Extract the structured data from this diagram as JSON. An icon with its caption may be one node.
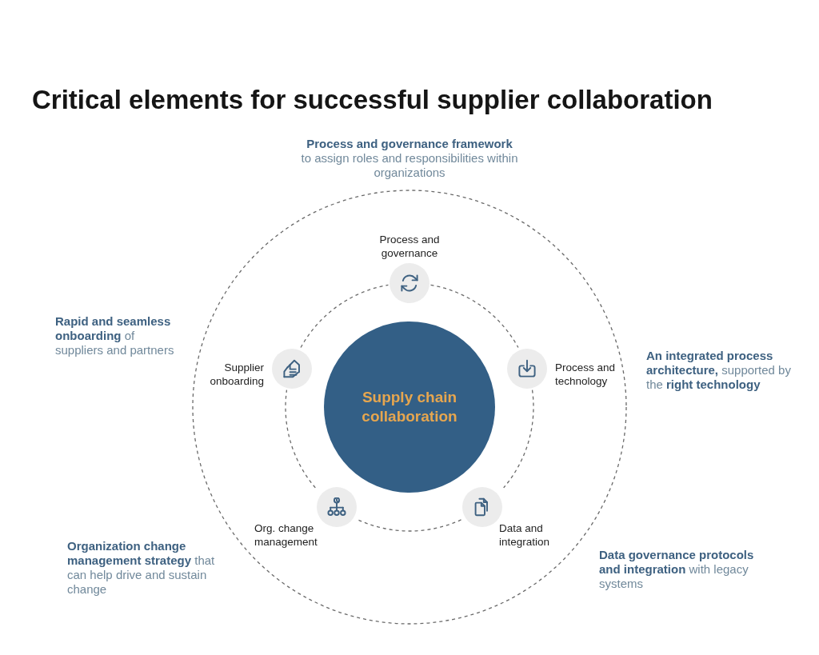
{
  "diagram": {
    "title": "Critical elements for successful supplier collaboration",
    "nodes": [
      {
        "text": [],
        "shape": "circle",
        "beside": [
          "Process and governance"
        ]
      },
      {
        "text": [],
        "shape": "circle",
        "beside": [
          "Supplier onboarding"
        ]
      },
      {
        "text": [],
        "shape": "circle",
        "beside": [
          "Process and technology"
        ]
      },
      {
        "text": [
          "Supply chain collaboration"
        ]
      },
      {
        "text": [],
        "shape": "circle",
        "beside": [
          "Org. change management"
        ]
      },
      {
        "text": [],
        "shape": "circle",
        "beside": [
          "Data and integration"
        ]
      }
    ],
    "edges": [
      {
        "from": 0,
        "to": 2,
        "arrow": "none",
        "style": "dashed"
      },
      {
        "from": 2,
        "to": 5,
        "arrow": "none",
        "style": "dashed"
      },
      {
        "from": 5,
        "to": 4,
        "arrow": "none",
        "style": "dashed"
      },
      {
        "from": 4,
        "to": 1,
        "arrow": "none",
        "style": "dashed"
      },
      {
        "from": 1,
        "to": 0,
        "arrow": "none",
        "style": "dashed"
      }
    ],
    "labels": [
      "Process and governance framework",
      "to assign roles and responsibilities within organizations",
      "**Rapid and seamless onboarding** of suppliers and partners",
      "**An integrated process architecture,** supported by the **right technology**",
      "**Organization change management strategy** that can help drive and sustain change",
      "**Data governance protocols and integration** with legacy systems"
    ]
  }
}
